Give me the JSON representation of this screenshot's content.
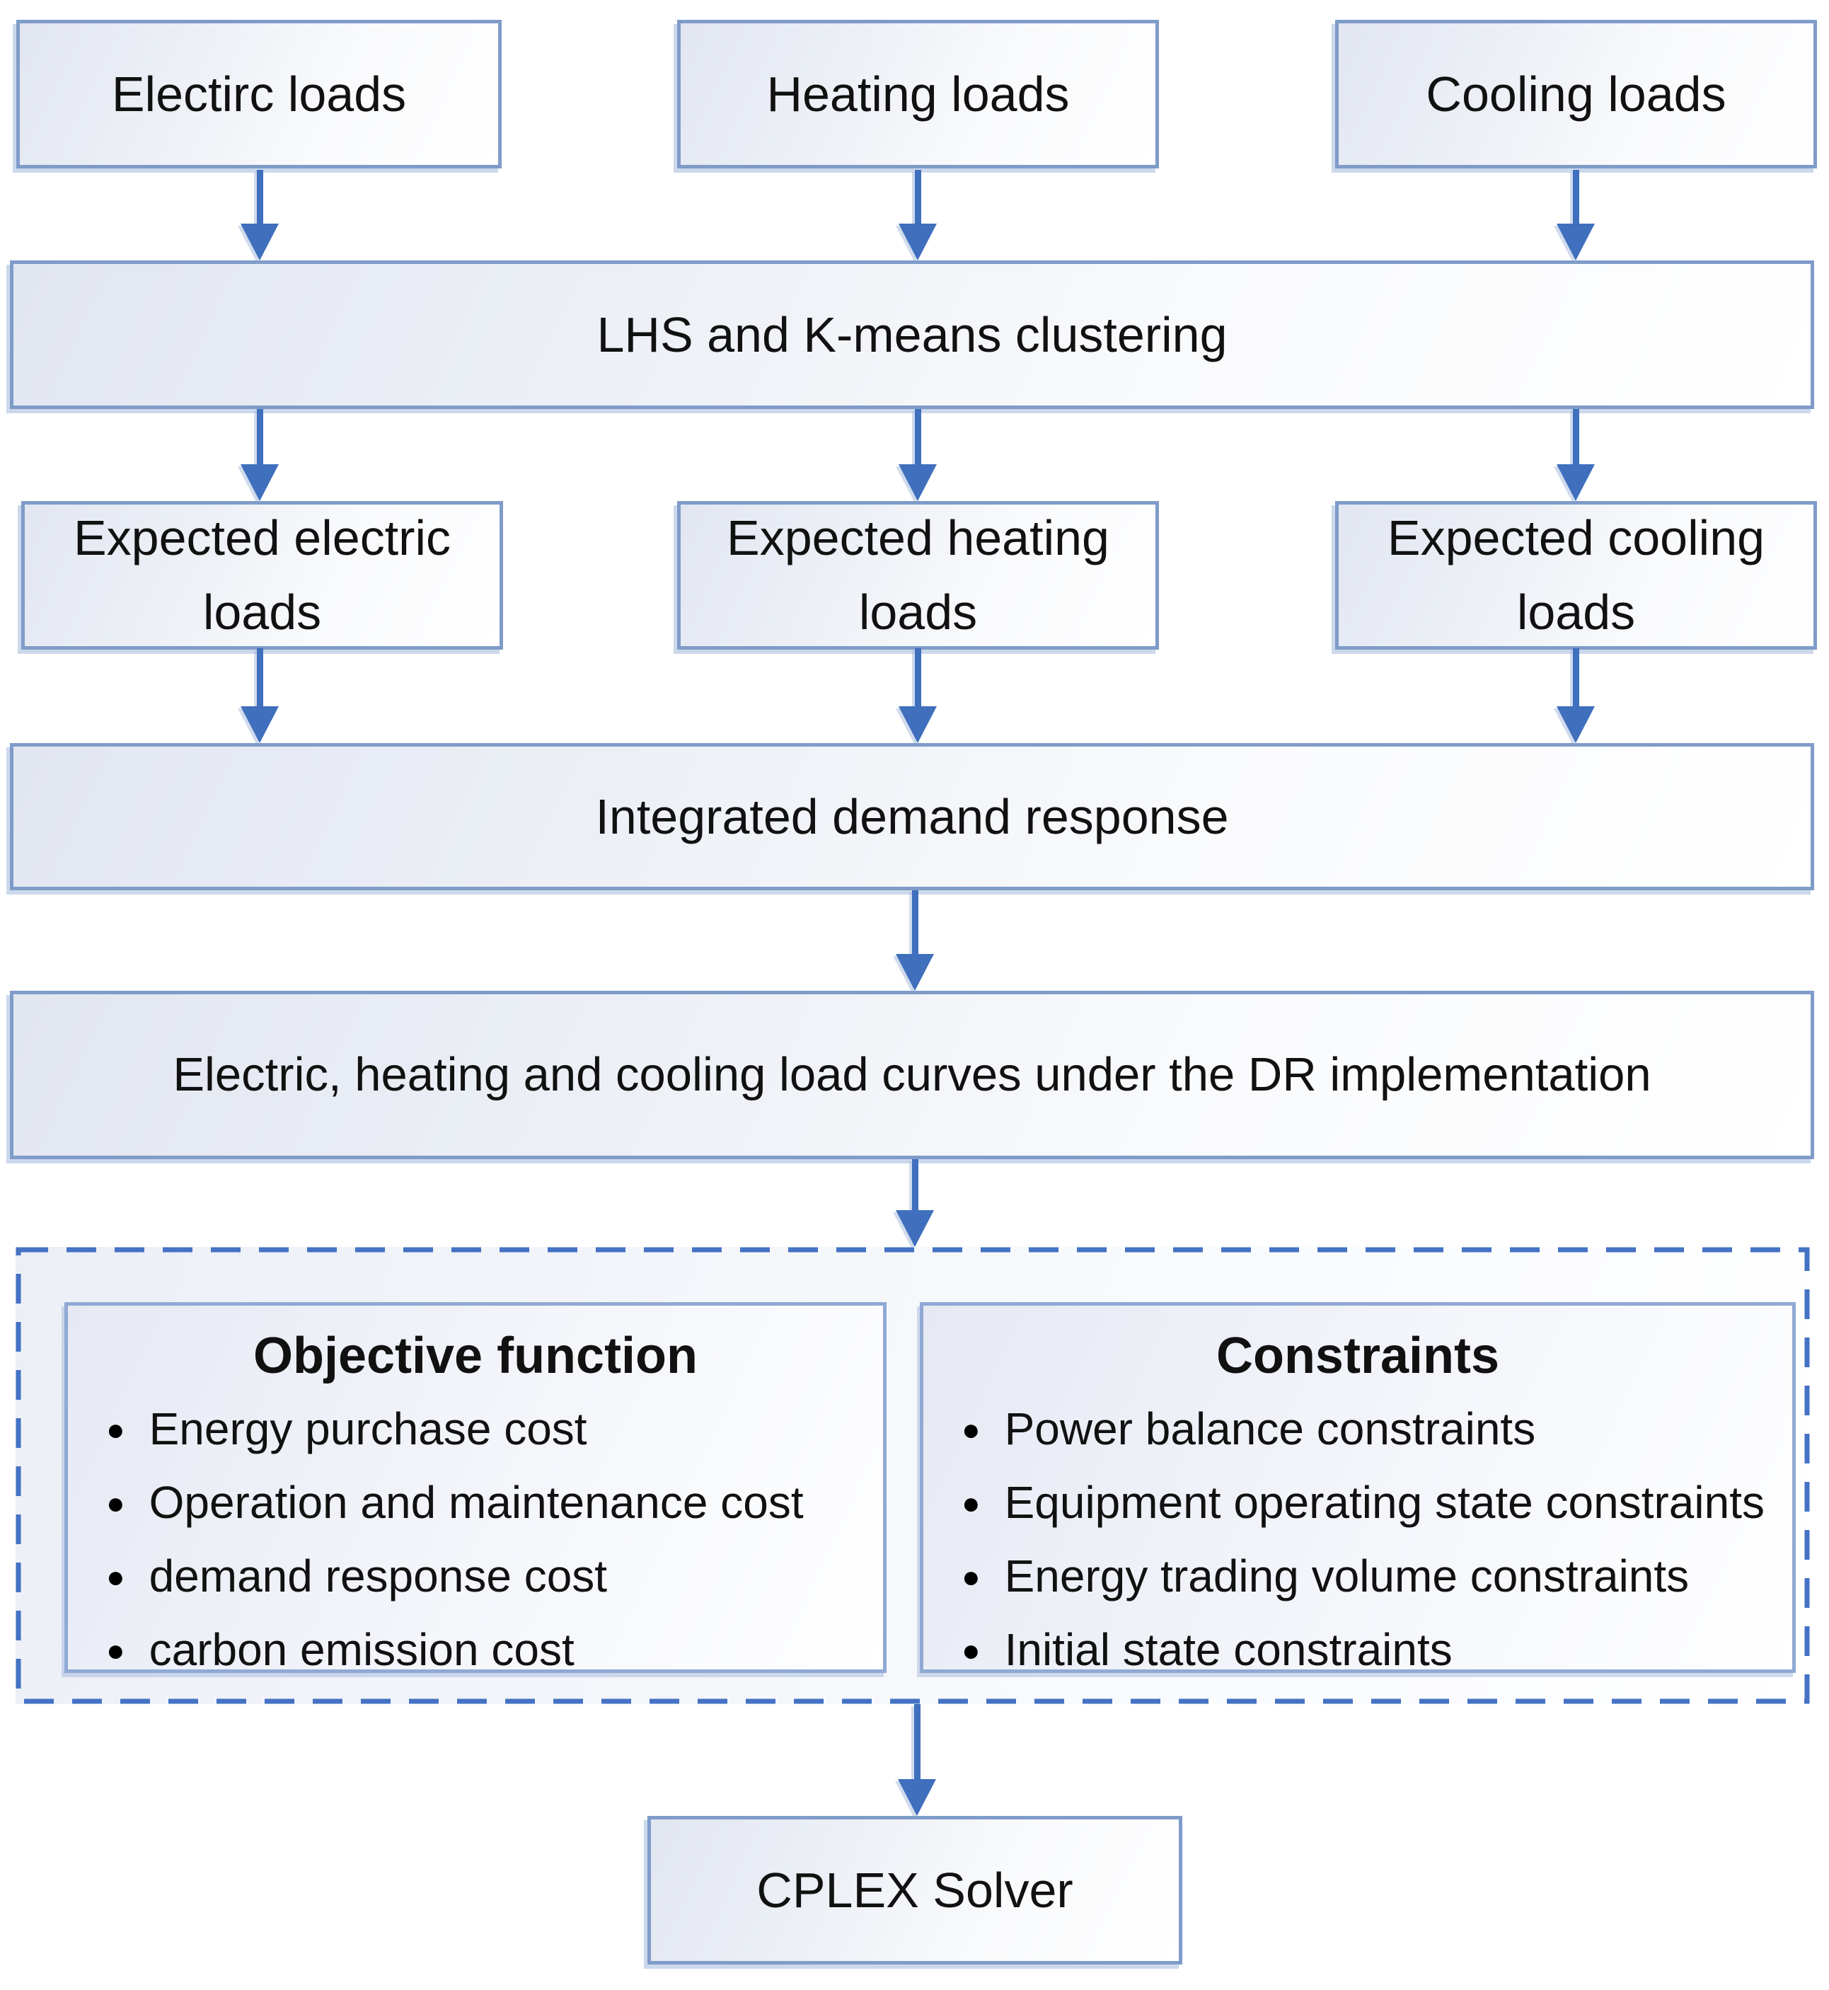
{
  "flow": {
    "inputs": [
      {
        "label": "Electirc loads"
      },
      {
        "label": "Heating loads"
      },
      {
        "label": "Cooling loads"
      }
    ],
    "clustering_band": {
      "label": "LHS and K-means clustering"
    },
    "expected": [
      {
        "label": "Expected electric loads"
      },
      {
        "label": "Expected heating loads"
      },
      {
        "label": "Expected cooling loads"
      }
    ],
    "idr_band": {
      "label": "Integrated demand response"
    },
    "curves_band": {
      "label": "Electric, heating and cooling load curves under the DR implementation"
    },
    "optimization": {
      "objective": {
        "title": "Objective function",
        "items": [
          "Energy purchase cost",
          "Operation and maintenance cost",
          "demand response cost",
          "carbon emission cost"
        ]
      },
      "constraints": {
        "title": "Constraints",
        "items": [
          "Power balance constraints",
          "Equipment operating state constraints",
          "Energy trading volume constraints",
          "Initial state constraints"
        ]
      }
    },
    "solver": {
      "label": "CPLEX Solver"
    }
  },
  "colors": {
    "box_border": "#7f9cc9",
    "panel_border": "#8fa9d4",
    "arrow": "#3f6fbd",
    "dashed_border": "#4472c4",
    "fill_light": "#e2e6f1",
    "fill_white": "#ffffff",
    "shadow": "#a3b8db",
    "text": "#111111"
  }
}
